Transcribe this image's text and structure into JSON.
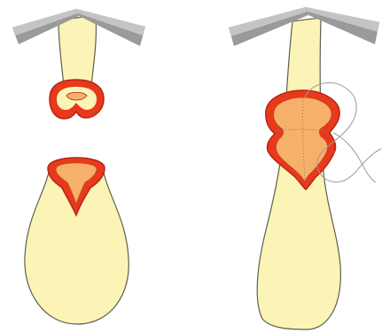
{
  "figure": {
    "panels": [
      {
        "id": "left",
        "state": "separated segments"
      },
      {
        "id": "right",
        "state": "joined with suture"
      }
    ],
    "colors": {
      "background": "#ffffff",
      "tube_fill": "#fbf4b6",
      "tube_stroke": "#5f5f4f",
      "rim_red": "#e8391c",
      "rim_red_dark": "#b62412",
      "cut_orange": "#f7b06a",
      "clamp_gray": "#8f8f8f",
      "clamp_gray_light": "#b7b7b7",
      "suture_gray": "#9b9b9b"
    },
    "icons": [
      "clamp-icon",
      "suture-thread-icon"
    ]
  }
}
